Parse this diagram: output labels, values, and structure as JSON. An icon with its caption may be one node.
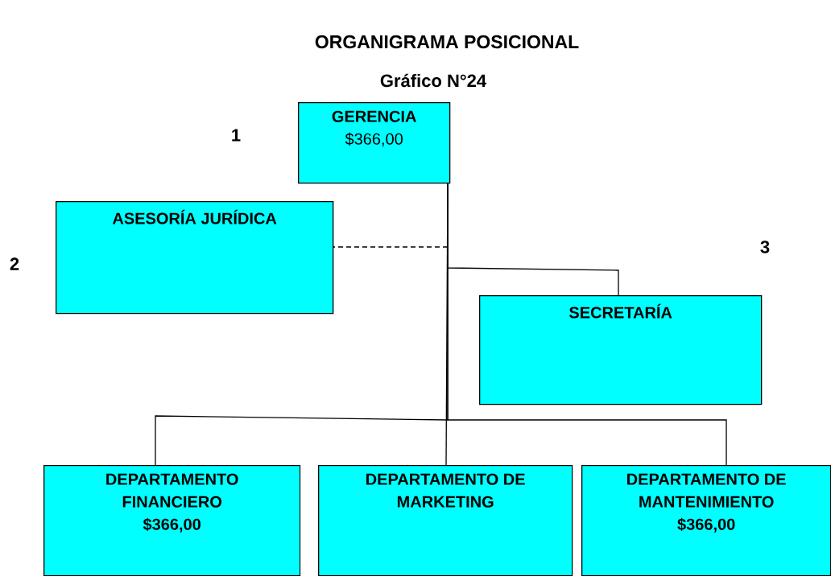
{
  "diagram": {
    "title": "ORGANIGRAMA POSICIONAL",
    "nodes": [
      {
        "text": [
          "GERENCIA",
          "$366,00"
        ]
      },
      {
        "text": [
          "ASESORÍA JURÍDICA"
        ]
      },
      {
        "text": [
          "SECRETARÍA"
        ]
      },
      {
        "text": [
          "DEPARTAMENTO FINANCIERO",
          "$366,00"
        ]
      },
      {
        "text": [
          "DEPARTAMENTO DE MARKETING"
        ]
      },
      {
        "text": [
          "DEPARTAMENTO DE MANTENIMIENTO",
          "$366,00"
        ]
      }
    ],
    "edges": [
      {
        "from": 0,
        "to": 1,
        "arrow": "none",
        "style": "dashed"
      },
      {
        "from": 0,
        "to": 2,
        "arrow": "none"
      },
      {
        "from": 0,
        "to": 3,
        "arrow": "none"
      },
      {
        "from": 0,
        "to": 4,
        "arrow": "none"
      },
      {
        "from": 0,
        "to": 5,
        "arrow": "none"
      }
    ],
    "labels": [
      "Gráfico N°24",
      "1",
      "2",
      "3"
    ]
  }
}
